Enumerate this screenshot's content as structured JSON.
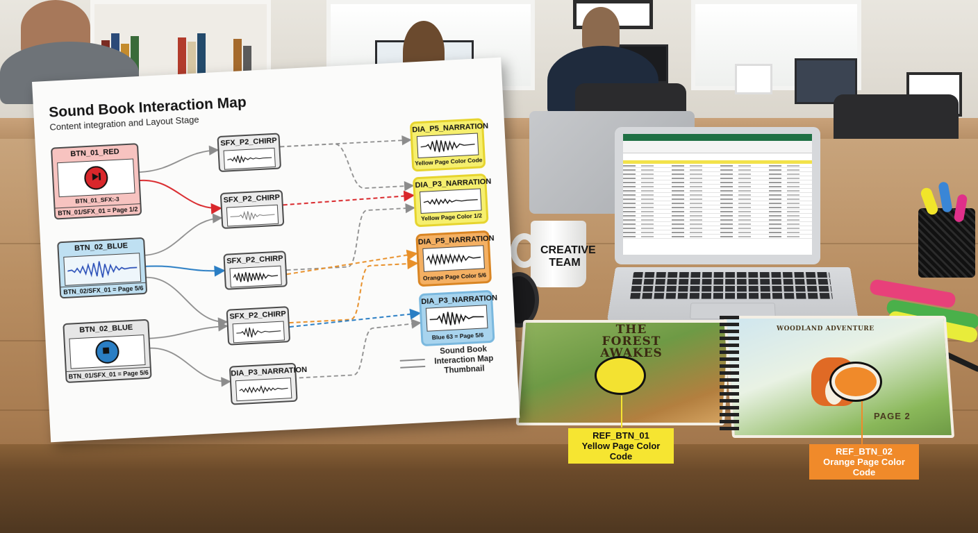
{
  "diagram": {
    "title": "Sound Book Interaction Map",
    "subtitle": "Content integration and Layout Stage",
    "inputs": [
      {
        "id": "btn1",
        "label": "BTN_01_RED",
        "sub": "BTN_01_SFX:-3",
        "footer": "BTN_01/SFX_01 = Page 1/2",
        "icon": "play-next-icon",
        "color": "#f7c3c0"
      },
      {
        "id": "btn2",
        "label": "BTN_02_BLUE",
        "footer": "BTN_02/SFX_01 = Page 5/6",
        "icon": "waveform-icon",
        "color": "#bfe0f2"
      },
      {
        "id": "btn3",
        "label": "BTN_02_BLUE",
        "footer": "BTN_01/SFX_01 = Page 5/6",
        "icon": "stop-icon",
        "color": "#e6e6e6"
      }
    ],
    "middle": [
      {
        "id": "m1",
        "label": "SFX_P2_CHIRP"
      },
      {
        "id": "m2",
        "label": "SFX_P2_CHIRP"
      },
      {
        "id": "m3",
        "label": "SFX_P2_CHIRP"
      },
      {
        "id": "m4",
        "label": "SFX_P2_CHIRP"
      },
      {
        "id": "m5",
        "label": "DIA_P3_NARRATION"
      }
    ],
    "outputs": [
      {
        "id": "o1",
        "label": "DIA_P5_NARRATION",
        "footer": "Yellow Page Color Code",
        "color": "#f6ef6e"
      },
      {
        "id": "o2",
        "label": "DIA_P3_NARRATION",
        "footer": "Yellow Page Color 1/2",
        "color": "#f6ef6e"
      },
      {
        "id": "o3",
        "label": "DIA_P5_NARRATION",
        "footer": "Orange Page Color 5/6",
        "color": "#f4b063"
      },
      {
        "id": "o4",
        "label": "DIA_P3_NARRATION",
        "footer": "Blue 63 = Page 5/6",
        "color": "#a8d4ee"
      }
    ],
    "legend": "Sound Book Interaction Map Thumbnail",
    "colors": {
      "red": "#d9272b",
      "blue": "#2a7ec4",
      "orange": "#e8902a",
      "gray": "#8c8c8c"
    }
  },
  "scene": {
    "mug_text": "CREATIVE TEAM",
    "book": {
      "left_title": "THE FOREST AWAKES",
      "right_title": "WOODLAND ADVENTURE",
      "page": "PAGE 2"
    },
    "refs": [
      {
        "line1": "REF_BTN_01",
        "line2": "Yellow Page Color Code",
        "color": "#f6e531"
      },
      {
        "line1": "REF_BTN_02",
        "line2": "Orange Page Color Code",
        "color": "#f08a2a"
      }
    ]
  }
}
